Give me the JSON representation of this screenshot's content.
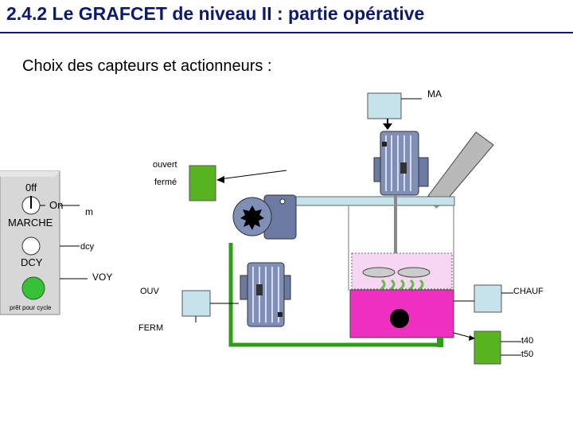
{
  "title": "2.4.2 Le GRAFCET de niveau II : partie opérative",
  "subtitle": "Choix des capteurs et actionneurs :",
  "labels": {
    "ma": "MA",
    "ouvert": "ouvert",
    "ferme": "fermé",
    "off": "0ff",
    "on": "On",
    "marche": "MARCHE",
    "m": "m",
    "dcy_sensor": "dcy",
    "dcy": "DCY",
    "voy": "VOY",
    "pret": "prêt pour cycle",
    "ouv": "OUV",
    "ferm": "FERM",
    "chauf": "CHAUF",
    "t40": "t40",
    "t50": "t50"
  },
  "colors": {
    "title": "#0b1a6e",
    "box_blue": "#c6e2ea",
    "box_green": "#58b41e",
    "pipe_green": "#2e9e18",
    "tank_magenta": "#ee2fc0",
    "liquid": "#f6d6f2",
    "voyant": "#38c038",
    "motor": "#7f8fb8"
  }
}
